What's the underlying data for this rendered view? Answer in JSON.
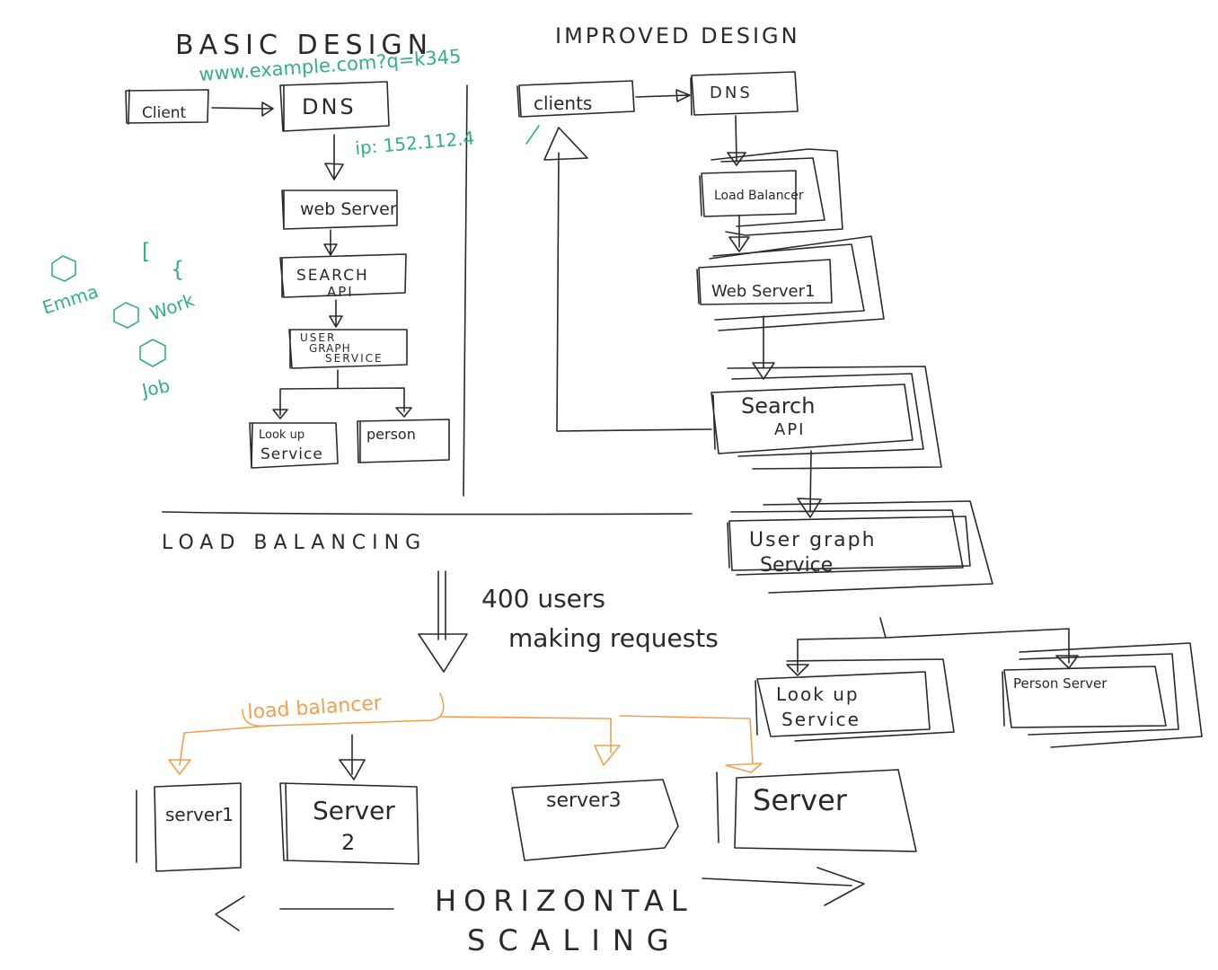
{
  "titles": {
    "basic": "BASIC DESIGN",
    "improved": "IMPROVED DESIGN",
    "load_balancing": "LOAD BALANCING",
    "horizontal_1": "HORIZONTAL",
    "horizontal_2": "SCALING"
  },
  "basic_design": {
    "client": "Client",
    "dns": "DNS",
    "web_server": "web Server",
    "search_api_1": "SEARCH",
    "search_api_2": "API",
    "user_graph_1": "USER",
    "user_graph_2": "GRAPH",
    "user_graph_3": "SERVICE",
    "lookup_1": "Look up",
    "lookup_2": "Service",
    "person": "person"
  },
  "green_notes": {
    "url": "www.example.com?q=k345",
    "ip": "ip: 152.112.4",
    "bracket1": "[",
    "bracket2": "{",
    "item_a": "Emma",
    "item_b": "Work",
    "item_c": "Job"
  },
  "improved_design": {
    "clients": "clients",
    "dns": "DNS",
    "load_balancer": "Load Balancer",
    "web_server": "Web Server1",
    "search_api_1": "Search",
    "search_api_2": "API",
    "user_graph_1": "User graph",
    "user_graph_2": "Service",
    "lookup_1": "Look up",
    "lookup_2": "Service",
    "person": "Person Server"
  },
  "load_balancing": {
    "users_1": "400 users",
    "users_2": "making requests",
    "lb": "load balancer",
    "server1": "server1",
    "server2_1": "Server",
    "server2_2": "2",
    "server3": "server3",
    "server4": "Server"
  },
  "colors": {
    "ink": "#2a2a2a",
    "green": "#33b27a",
    "orange": "#f0a050"
  }
}
